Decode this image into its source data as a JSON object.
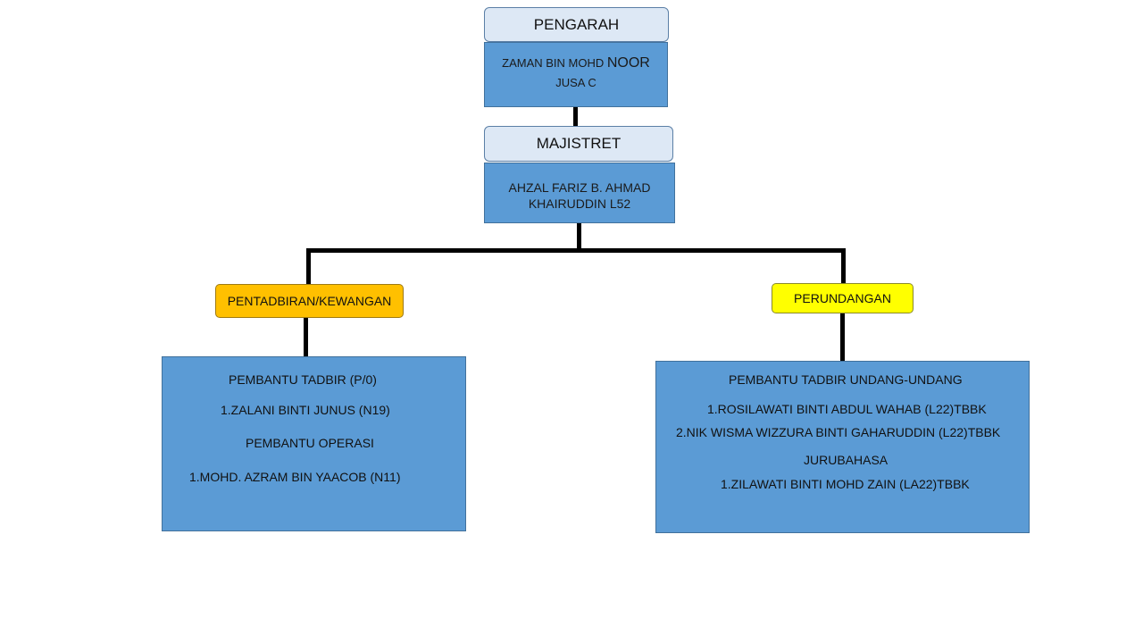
{
  "pengarah": {
    "title": "PENGARAH",
    "name_part1": "ZAMAN  BIN MOHD ",
    "name_part2": "NOOR",
    "grade": "JUSA  C"
  },
  "majistret": {
    "title": "MAJISTRET",
    "name_line1": "AHZAL FARIZ B. AHMAD",
    "name_line2": "KHAIRUDDIN L52"
  },
  "units": {
    "left": {
      "label": "PENTADBIRAN/KEWANGAN",
      "color": "#ffc000",
      "lines": [
        "PEMBANTU  TADBIR (P/0)",
        "1.ZALANI BINTI JUNUS  (N19)",
        "PEMBANTU  OPERASI",
        "1.MOHD.  AZRAM BIN YAACOB (N11)"
      ]
    },
    "right": {
      "label": "PERUNDANGAN",
      "color": "#ffff00",
      "lines": [
        "PEMBANTU  TADBIR UNDANG-UNDANG",
        "1.ROSILAWATI BINTI  ABDUL WAHAB  (L22)TBBK",
        "2.NIK WISMA  WIZZURA BINTI GAHARUDDIN  (L22)TBBK",
        "JURUBAHASA",
        "1.ZILAWATI BINTI MOHD ZAIN (LA22)TBBK"
      ]
    }
  },
  "colors": {
    "title_fill": "#dde8f5",
    "box_fill": "#5b9bd5",
    "connector": "#000000"
  }
}
